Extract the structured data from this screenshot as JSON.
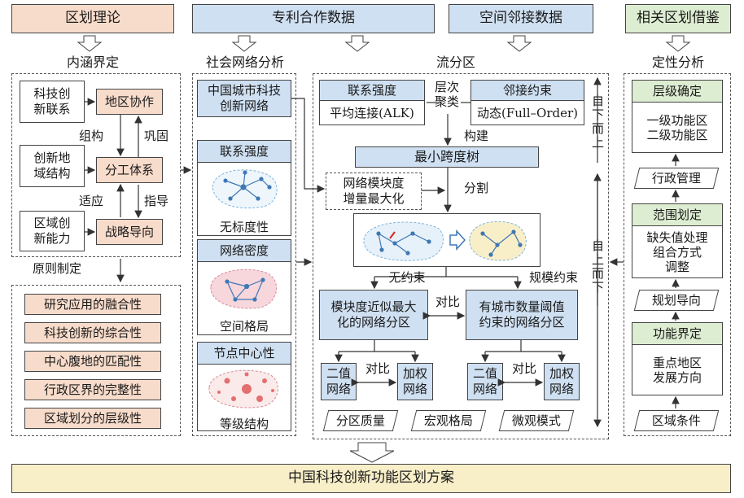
{
  "top": {
    "theory": "区划理论",
    "patent": "专利合作数据",
    "spatial": "空间邻接数据",
    "related": "相关区划借鉴"
  },
  "left": {
    "connotation": "内涵界定",
    "rows": [
      {
        "a": "科技创\n新联系",
        "b": "地区协作"
      },
      {
        "a": "创新地\n域结构",
        "b": "分工体系"
      },
      {
        "a": "区域创\n新能力",
        "b": "战略导向"
      }
    ],
    "arrows": [
      "组构",
      "巩固",
      "适应",
      "指导"
    ],
    "principle": "原则制定",
    "principles": [
      "研究应用的融合性",
      "科技创新的综合性",
      "中心腹地的匹配性",
      "行政区界的完整性",
      "区域划分的层级性"
    ]
  },
  "social": {
    "header": "社会网络分析",
    "network": "中国城市科技\n创新网络",
    "items": [
      {
        "title": "联系强度",
        "caption": "无标度性"
      },
      {
        "title": "网络密度",
        "caption": "空间格局"
      },
      {
        "title": "节点中心性",
        "caption": "等级结构"
      }
    ]
  },
  "flow": {
    "header": "流分区",
    "link_title": "联系强度",
    "link_value": "平均连接(ALK)",
    "cluster": "层次\n聚类",
    "adj_title": "邻接约束",
    "adj_value": "动态(Full–Order)",
    "build": "构建",
    "mst": "最小跨度树",
    "modularity": "网络模块度\n增量最大化",
    "split": "分割",
    "unconstrained": "无约束",
    "scale_constraint": "规模约束",
    "compare": "对比",
    "left_partition": "模块度近似最大\n化的网络分区",
    "right_partition": "有城市数量阈值\n约束的网络分区",
    "binary": "二值\n网络",
    "weighted": "加权\n网络",
    "results": [
      "分区质量",
      "宏观格局",
      "微观模式"
    ],
    "bottom_up": "自下而上",
    "top_down": "自上而下"
  },
  "right": {
    "header": "定性分析",
    "level": "层级确定",
    "level_body": "一级功能区\n二级功能区",
    "admin": "行政管理",
    "scope": "范围划定",
    "scope_body": "缺失值处理\n组合方式\n调整",
    "planning": "规划导向",
    "function": "功能界定",
    "function_body": "重点地区\n发展方向",
    "conditions": "区域条件"
  },
  "footer": "中国科技创新功能区划方案",
  "colors": {
    "pink": "#f8dccb",
    "blue": "#cfe0f2",
    "green": "#ddedd2",
    "cream": "#f8efc9"
  }
}
